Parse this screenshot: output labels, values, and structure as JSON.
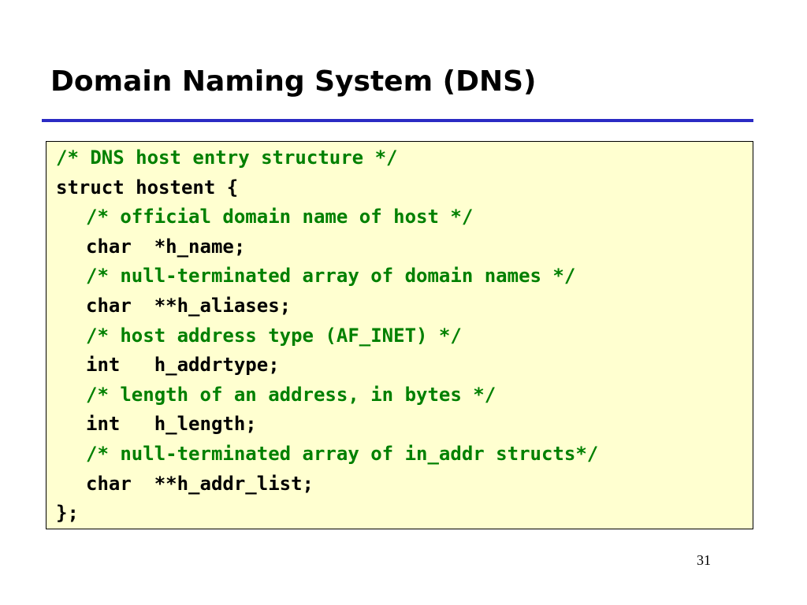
{
  "slide": {
    "title": "Domain Naming System (DNS)",
    "page_number": "31"
  },
  "colors": {
    "rule": "#2b2bc4",
    "code_background": "#ffffd0",
    "comment": "#008000",
    "code": "#000000"
  },
  "code": {
    "lines": [
      {
        "text": "/* DNS host entry structure */",
        "kind": "comment",
        "indent": 0
      },
      {
        "text": "struct hostent {",
        "kind": "code",
        "indent": 0
      },
      {
        "text": "/* official domain name of host */",
        "kind": "comment",
        "indent": 1
      },
      {
        "text": "char  *h_name;",
        "kind": "code",
        "indent": 1
      },
      {
        "text": "/* null-terminated array of domain names */",
        "kind": "comment",
        "indent": 1
      },
      {
        "text": "char  **h_aliases;",
        "kind": "code",
        "indent": 1
      },
      {
        "text": "/* host address type (AF_INET) */",
        "kind": "comment",
        "indent": 1
      },
      {
        "text": "int   h_addrtype;",
        "kind": "code",
        "indent": 1
      },
      {
        "text": "/* length of an address, in bytes */",
        "kind": "comment",
        "indent": 1
      },
      {
        "text": "int   h_length;",
        "kind": "code",
        "indent": 1
      },
      {
        "text": "/* null-terminated array of in_addr structs*/",
        "kind": "comment",
        "indent": 1
      },
      {
        "text": "char  **h_addr_list;",
        "kind": "code",
        "indent": 1
      },
      {
        "text": "};",
        "kind": "code",
        "indent": 0
      }
    ]
  }
}
